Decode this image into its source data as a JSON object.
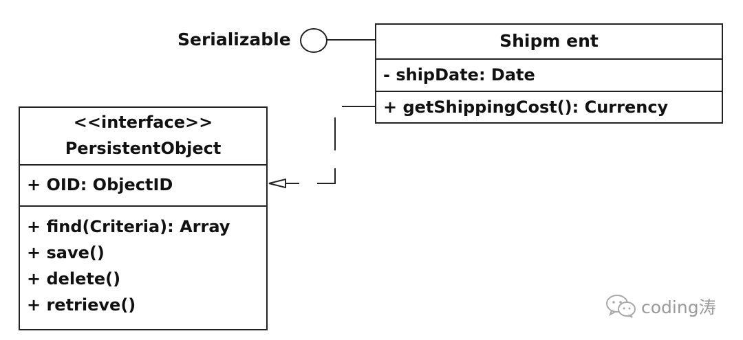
{
  "interface": {
    "label": "Serializable"
  },
  "shipment_class": {
    "name": "Shipm ent",
    "attributes": [
      "- shipDate: Date"
    ],
    "operations": [
      "+ getShippingCost(): Currency"
    ]
  },
  "persistent_class": {
    "stereotype": "<<interface>>",
    "name": "PersistentObject",
    "attributes": [
      "+ OID: ObjectID"
    ],
    "operations": [
      "+ find(Criteria): Array",
      "+ save()",
      "+ delete()",
      "+ retrieve()"
    ]
  },
  "watermark": {
    "icon": "wechat-icon",
    "text": "coding涛"
  },
  "colors": {
    "line": "#222222",
    "watermark": "#9a9a9a"
  }
}
